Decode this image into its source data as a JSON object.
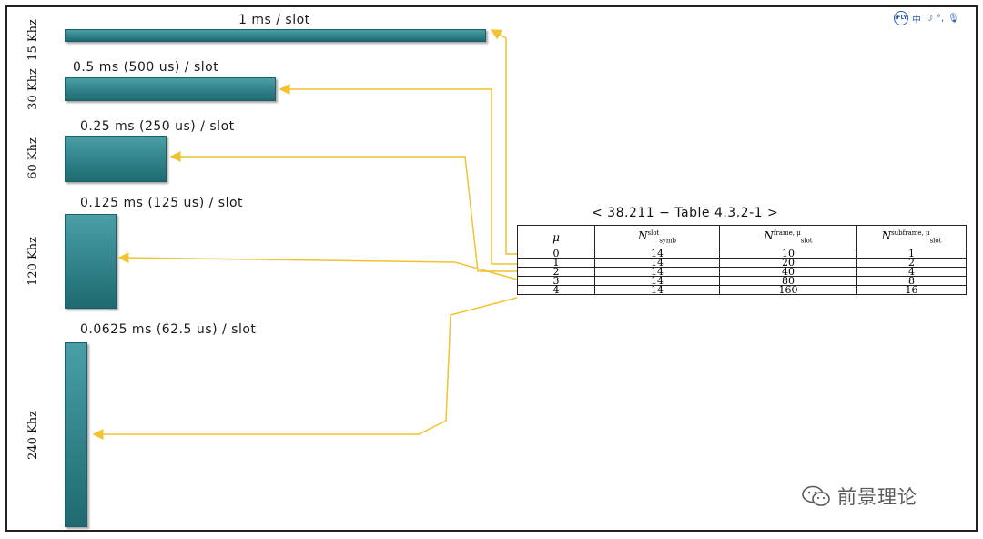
{
  "diagram": {
    "rows": [
      {
        "freq": "15 Khz",
        "slot": "1 ms / slot"
      },
      {
        "freq": "30 Khz",
        "slot": "0.5 ms (500 us) / slot"
      },
      {
        "freq": "60 Khz",
        "slot": "0.25 ms (250 us) / slot"
      },
      {
        "freq": "120 Khz",
        "slot": "0.125 ms (125 us) / slot"
      },
      {
        "freq": "240 Khz",
        "slot": "0.0625 ms (62.5 us) / slot"
      }
    ],
    "bar_color": "#2f7f86",
    "arrow_color": "#f2c230"
  },
  "table": {
    "title": "< 38.211 − Table 4.3.2-1 >",
    "headers": {
      "mu": "μ",
      "symb": {
        "main": "N",
        "sup": "slot",
        "sub": "symb"
      },
      "slot": {
        "main": "N",
        "sup": "frame, μ",
        "sub": "slot"
      },
      "subframe": {
        "main": "N",
        "sup": "subframe, μ",
        "sub": "slot"
      }
    },
    "rows": [
      [
        "0",
        "14",
        "10",
        "1"
      ],
      [
        "1",
        "14",
        "20",
        "2"
      ],
      [
        "2",
        "14",
        "40",
        "4"
      ],
      [
        "3",
        "14",
        "80",
        "8"
      ],
      [
        "4",
        "14",
        "160",
        "16"
      ]
    ]
  },
  "toolbar": {
    "logo": "iFLY",
    "items": [
      "中",
      "☽",
      "°,",
      "🎙"
    ]
  },
  "watermark": {
    "text": "前景理论",
    "icon": "wechat-icon"
  }
}
